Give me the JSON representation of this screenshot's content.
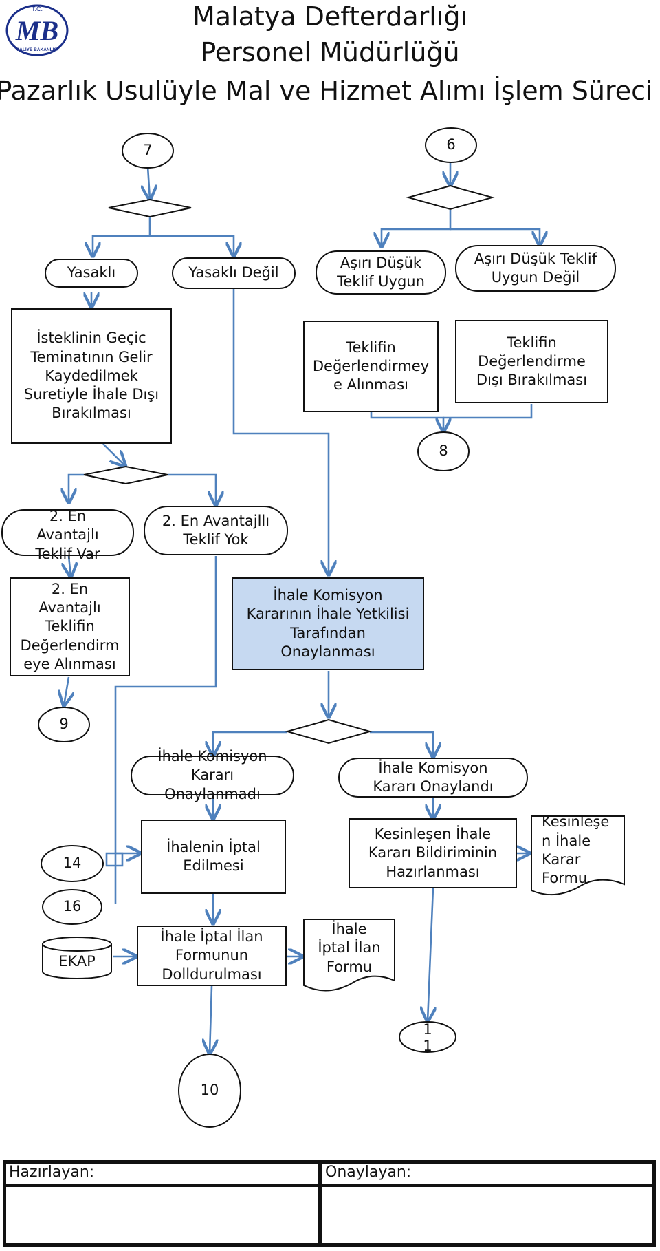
{
  "logo": {
    "top_text": "T.C.",
    "initials": "MB",
    "bottom_text": "MALİYE BAKANLIĞI",
    "color": "#1b2f8a"
  },
  "header": {
    "line1": "Malatya Defterdarlığı",
    "line2": "Personel Müdürlüğü",
    "line3": "Pazarlık Usulüyle Mal ve Hizmet Alımı İşlem Süreci"
  },
  "colors": {
    "arrow": "#4f81bd",
    "highlight_fill": "#c6d9f1",
    "stroke": "#111111"
  },
  "nodes": {
    "conn_7": "7",
    "conn_6": "6",
    "yasakli": "Yasaklı",
    "yasakli_degil": "Yasaklı Değil",
    "asiri_uygun": "Aşırı Düşük\nTeklif Uygun",
    "asiri_uygun_degil": "Aşırı Düşük Teklif\nUygun Değil",
    "isteklinin": "İsteklinin Geçic\nTeminatının Gelir\nKaydedilmek\nSuretiyle İhale Dışı\nBırakılması",
    "teklifin_alinmasi": "Teklifin\nDeğerlendirmey\ne Alınması",
    "teklifin_disi": "Teklifin\nDeğerlendirme\nDışı Bırakılması",
    "conn_8": "8",
    "en_avantajli_var": "2. En\nAvantajlı\nTeklif Var",
    "en_avantajli_yok": "2. En Avantajllı\nTeklif Yok",
    "en_avantajli_deger": "2. En\nAvantajlı\nTeklifin\nDeğerlendirm\neye Alınması",
    "komisyon_onay": "İhale Komisyon\nKararının İhale Yetkilisi\nTarafından\nOnaylanması",
    "conn_9": "9",
    "karari_onaylanmadi": "İhale Komisyon\nKararı\nOnaylanmadı",
    "karari_onaylandi": "İhale Komisyon\nKararı Onaylandı",
    "iptal_edilmesi": "İhalenin İptal\nEdilmesi",
    "kesinlesen_bildirim": "Kesinleşen İhale\nKararı Bildiriminin\nHazırlanması",
    "kesinlesen_form": "Kesinleşe\nn İhale\nKarar\nFormu",
    "conn_14": "14",
    "conn_16": "16",
    "ekap": "EKAP",
    "iptal_ilan_doldur": "İhale İptal İlan\nFormunun\nDolldurulması",
    "iptal_ilan_formu": "İhale\nİptal İlan\nFormu",
    "conn_11": "1\n1",
    "conn_10": "10"
  },
  "footer": {
    "prepared": "Hazırlayan:",
    "approved": "Onaylayan:"
  }
}
